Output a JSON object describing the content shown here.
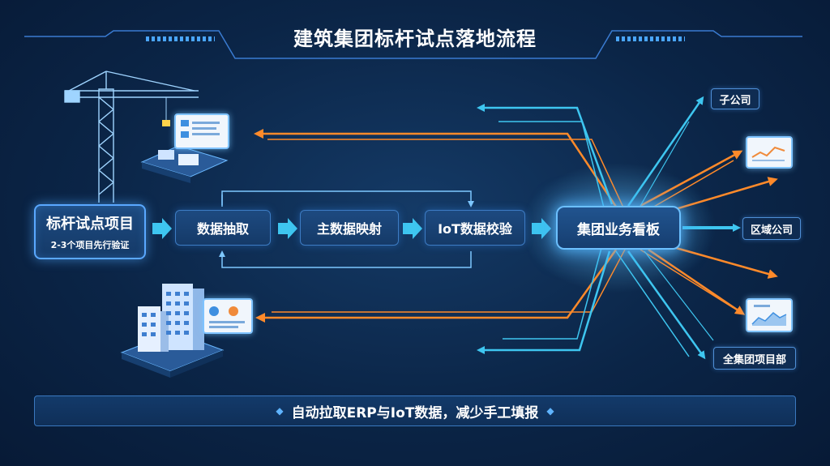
{
  "title": "建筑集团标杆试点落地流程",
  "pilot": {
    "title": "标杆试点项目",
    "subtitle": "2-3个项目先行验证"
  },
  "steps": [
    "数据抽取",
    "主数据映射",
    "IoT数据校验"
  ],
  "hub": "集团业务看板",
  "outputs": {
    "subsidiary": "子公司",
    "region": "区域公司",
    "group_projects": "全集团项目部"
  },
  "banner": "自动拉取ERP与IoT数据，减少手工填报",
  "colors": {
    "cyan": "#3ec6f0",
    "orange": "#ff8a2a",
    "box_border": "#3d7cc4",
    "background": "#0b2547"
  },
  "icons": [
    "crane-icon",
    "building-icon",
    "dashboard-card-icon",
    "line-chart-icon",
    "area-chart-icon"
  ]
}
